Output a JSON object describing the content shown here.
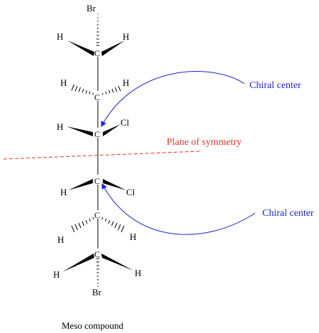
{
  "colors": {
    "bond": "#000000",
    "symmetry_plane": "#e0342e",
    "chiral_annotation": "#2020d0"
  },
  "atoms": {
    "br_top": "Br",
    "br_bottom": "Br",
    "c1": "C",
    "c2": "C",
    "c3": "C",
    "c4": "C",
    "c5": "C",
    "c6": "C",
    "h_c1_left": "H",
    "h_c1_right": "H",
    "h_c2_left": "H",
    "h_c2_right": "H",
    "h_c3_left": "H",
    "cl_c3": "Cl",
    "h_c4_left": "H",
    "cl_c4": "Cl",
    "h_c5_left": "H",
    "h_c5_right": "H",
    "h_c6_left": "H",
    "h_c6_right": "H"
  },
  "labels": {
    "plane_of_symmetry": "Plane of symmetry",
    "chiral_center_upper": "Chiral center",
    "chiral_center_lower": "Chiral center",
    "caption": "Meso compound"
  }
}
